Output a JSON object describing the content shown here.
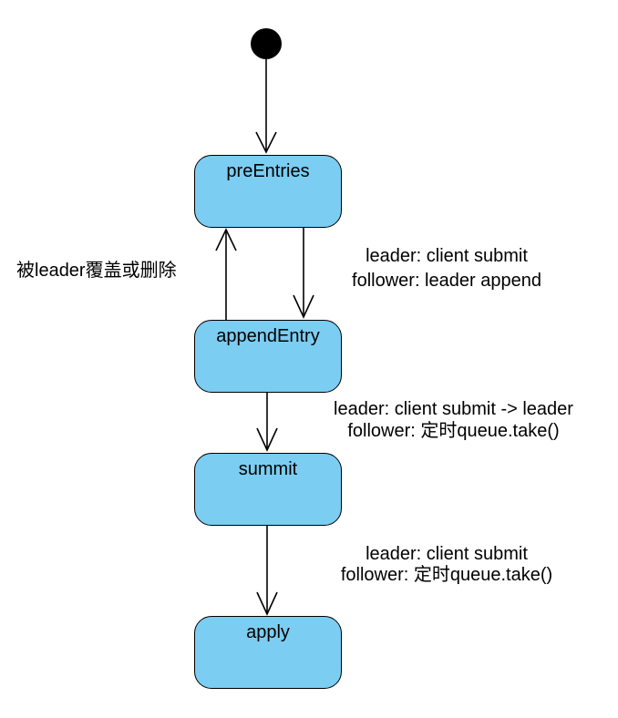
{
  "colors": {
    "state_fill": "#7BCDF2",
    "stroke": "#000000",
    "background": "#FFFFFF"
  },
  "states": {
    "pre_entries": "preEntries",
    "append_entry": "appendEntry",
    "summit": "summit",
    "apply": "apply"
  },
  "transitions": {
    "append_to_pre": {
      "label": "被leader覆盖或删除"
    },
    "pre_to_append": {
      "line1": "leader: client submit",
      "line2": "follower: leader append"
    },
    "append_to_summit": {
      "line1": "leader: client submit -> leader",
      "line2": "follower: 定时queue.take()"
    },
    "summit_to_apply": {
      "line1": "leader: client submit",
      "line2": "follower: 定时queue.take()"
    }
  }
}
